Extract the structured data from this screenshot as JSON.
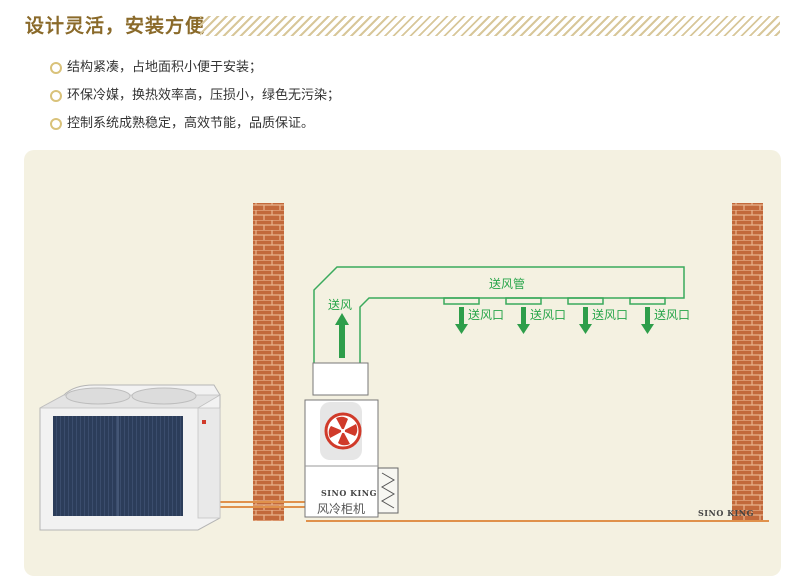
{
  "title": "设计灵活，安装方便",
  "bullets": [
    "结构紧凑，占地面积小便于安装；",
    "环保冷媒，换热效率高，压损小，绿色无污染；",
    "控制系统成熟稳定，高效节能，品质保证。"
  ],
  "diagram": {
    "supply_air_label": "送风",
    "duct_label": "送风管",
    "outlets": [
      "送风口",
      "送风口",
      "送风口",
      "送风口"
    ],
    "unit_brand": "SINO KING",
    "unit_name": "风冷柜机",
    "pipe_brand": "SINO KING"
  },
  "colors": {
    "title": "#8a6a2a",
    "panel_bg": "#f4f1e1",
    "brick": "#c2693b",
    "duct_line": "#3aaa5c",
    "arrow": "#2e9e4a",
    "pipe": "#e0914b",
    "fan": "#d03a2a"
  },
  "icons": [
    "bullet-circle-icon",
    "fan-icon",
    "arrow-up-icon",
    "arrow-down-icon",
    "logo-icon"
  ]
}
